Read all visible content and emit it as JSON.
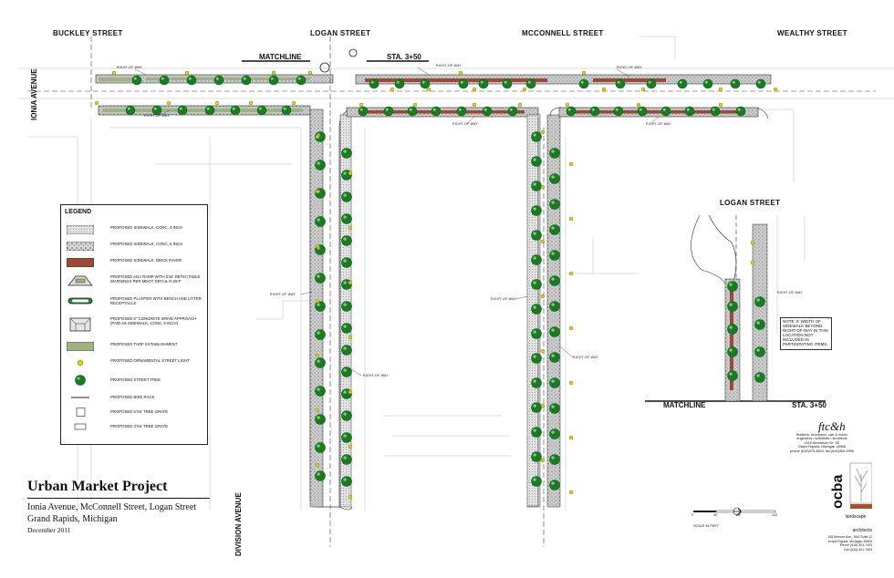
{
  "streets": {
    "buckley": "BUCKLEY STREET",
    "logan": "LOGAN STREET",
    "mcconnell": "MCCONNELL STREET",
    "wealthy": "WEALTHY STREET",
    "ionia": "IONIA AVENUE",
    "division": "DIVISION AVENUE"
  },
  "matchline": "MATCHLINE",
  "station": "STA. 3+50",
  "right_of_way": "RIGHT-OF-WAY",
  "legend": {
    "title": "LEGEND",
    "items": [
      {
        "label": "PROPOSED SIDEWALK, CONC, 4 INCH",
        "icon": "sidewalk-4in-swatch"
      },
      {
        "label": "PROPOSED SIDEWALK, CONC, 6 INCH",
        "icon": "sidewalk-6in-swatch"
      },
      {
        "label": "PROPOSED SIDEWALK, BRICK PAVER",
        "icon": "brick-paver-swatch",
        "color": "#9b4a3a"
      },
      {
        "label": "PROPOSED ADA RAMP WITH 2'x6' DETECTABLE WARNINGS PER MDOT DETAIL R-28-F",
        "icon": "ada-ramp-icon"
      },
      {
        "label": "PROPOSED PLANTER WITH BENCH AND LITTER RECEPTACLE",
        "icon": "planter-icon",
        "color": "#2f8a2f"
      },
      {
        "label": "PROPOSED 6\" CONCRETE DRIVE APPROACH (PAID AS SIDEWALK, CONC, 6 INCH)",
        "icon": "drive-approach-icon"
      },
      {
        "label": "PROPOSED TURF ESTABLISHMENT",
        "icon": "turf-swatch",
        "color": "#9cb383"
      },
      {
        "label": "PROPOSED ORNAMENTAL STREET LIGHT",
        "icon": "street-light-icon",
        "color": "#e0d400"
      },
      {
        "label": "PROPOSED STREET TREE",
        "icon": "street-tree-icon",
        "color": "#1f7a1f"
      },
      {
        "label": "PROPOSED BIKE RACK",
        "icon": "bike-rack-icon"
      },
      {
        "label": "PROPOSED 5'X5' TREE GRATE",
        "icon": "tree-grate-5x5-icon"
      },
      {
        "label": "PROPOSED 3'X6' TREE GRATE",
        "icon": "tree-grate-3x6-icon"
      }
    ]
  },
  "project": {
    "title": "Urban Market Project",
    "line1": "Ionia Avenue, McConnell Street, Logan Street",
    "line2": "Grand Rapids, Michigan",
    "date": "December 2011"
  },
  "inset": {
    "title": "LOGAN STREET",
    "note": "NOTE: 6' WIDTH OF SIDEWALK BEYOND RIGHT-OF-WAY IN THIS LOCATION NOT INCLUDED IN PARTICIPATING ITEMS."
  },
  "firm1": {
    "logo": "ftc&h",
    "name": "fishbeck, thompson, carr & huber",
    "line2": "engineers • scientists • architects",
    "line3": "1515 Arboretum Dr. SE",
    "line4": "Grand Rapids, Michigan 49546",
    "line5": "phone (616)575-3824, fax (616)464-3996"
  },
  "firm2": {
    "logo": "ocba",
    "line1": "landscape",
    "line2": "architects",
    "addr1": "155 Monroe Ave., NW, Suite 11",
    "addr2": "Grand Rapids, Michigan 49503",
    "phone": "Phone (616) 301-7403",
    "fax": "Fax (616) 301-7403"
  },
  "scale": {
    "caption": "SCALE IN FEET",
    "ticks": [
      "0",
      "40",
      "80",
      "120"
    ]
  },
  "colors": {
    "tree": "#1f7a1f",
    "light": "#e0d400",
    "brick": "#9b4a3a",
    "turf": "#9cb383",
    "ocba_brown": "#a0522d"
  }
}
